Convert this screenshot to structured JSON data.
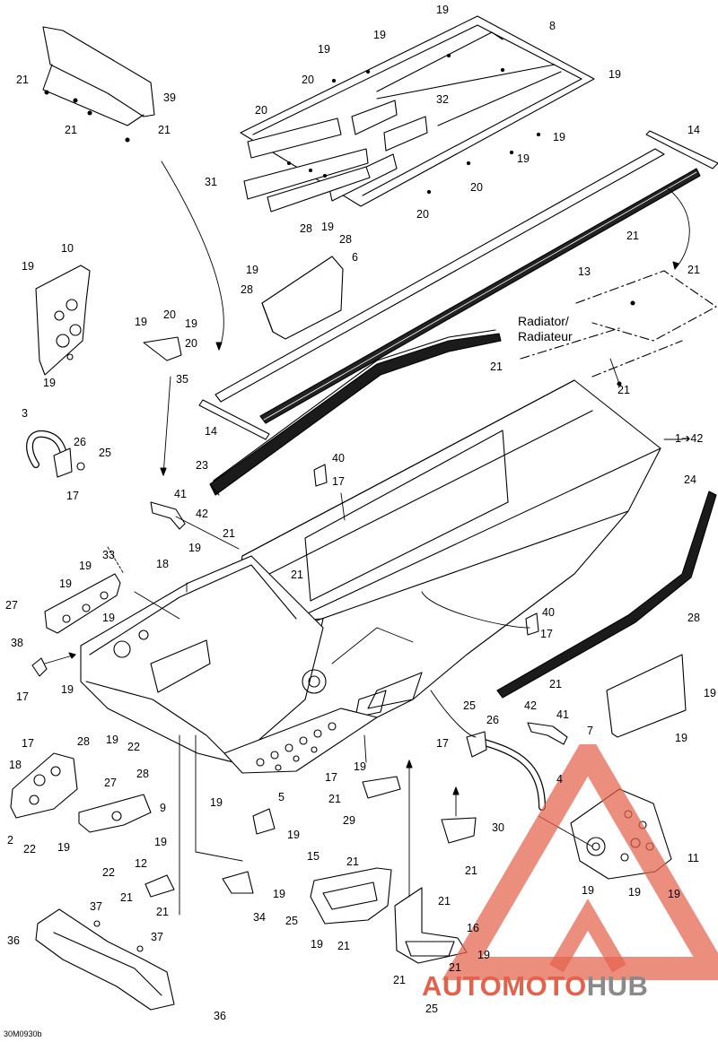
{
  "diagram_code": "30M0930b",
  "radiator_label": [
    "Radiator/",
    "Radiateur"
  ],
  "watermark": {
    "part1": "AUTOMOTO",
    "part2": "HUB",
    "color_primary": "#e4624c",
    "color_secondary": "#8a8a8a"
  },
  "callouts": [
    {
      "id": "c1",
      "text": "19"
    },
    {
      "id": "c2",
      "text": "8"
    },
    {
      "id": "c3",
      "text": "19"
    },
    {
      "id": "c4",
      "text": "19"
    },
    {
      "id": "c5",
      "text": "19"
    },
    {
      "id": "c6",
      "text": "20"
    },
    {
      "id": "c7",
      "text": "20"
    },
    {
      "id": "c8",
      "text": "32"
    },
    {
      "id": "c9",
      "text": "19"
    },
    {
      "id": "c10",
      "text": "14"
    },
    {
      "id": "c11",
      "text": "19"
    },
    {
      "id": "c12",
      "text": "31"
    },
    {
      "id": "c13",
      "text": "20"
    },
    {
      "id": "c14",
      "text": "20"
    },
    {
      "id": "c15",
      "text": "21"
    },
    {
      "id": "c16",
      "text": "39"
    },
    {
      "id": "c17",
      "text": "21"
    },
    {
      "id": "c18",
      "text": "21"
    },
    {
      "id": "c19",
      "text": "10"
    },
    {
      "id": "c20",
      "text": "19"
    },
    {
      "id": "c21",
      "text": "19"
    },
    {
      "id": "c22",
      "text": "28"
    },
    {
      "id": "c23",
      "text": "19"
    },
    {
      "id": "c24",
      "text": "28"
    },
    {
      "id": "c25",
      "text": "6"
    },
    {
      "id": "c26",
      "text": "19"
    },
    {
      "id": "c27",
      "text": "28"
    },
    {
      "id": "c28",
      "text": "13"
    },
    {
      "id": "c29",
      "text": "21"
    },
    {
      "id": "c30",
      "text": "21"
    },
    {
      "id": "c31",
      "text": "19"
    },
    {
      "id": "c32",
      "text": "20"
    },
    {
      "id": "c33",
      "text": "19"
    },
    {
      "id": "c34",
      "text": "20"
    },
    {
      "id": "c35",
      "text": "35"
    },
    {
      "id": "c36",
      "text": "21"
    },
    {
      "id": "c37",
      "text": "21"
    },
    {
      "id": "c38",
      "text": "3"
    },
    {
      "id": "c39",
      "text": "26"
    },
    {
      "id": "c40",
      "text": "25"
    },
    {
      "id": "c41",
      "text": "14"
    },
    {
      "id": "c42",
      "text": "17"
    },
    {
      "id": "c43",
      "text": "1➔42"
    },
    {
      "id": "c44",
      "text": "23"
    },
    {
      "id": "c45",
      "text": "40"
    },
    {
      "id": "c46",
      "text": "17"
    },
    {
      "id": "c47",
      "text": "24"
    },
    {
      "id": "c48",
      "text": "41"
    },
    {
      "id": "c49",
      "text": "42"
    },
    {
      "id": "c50",
      "text": "21"
    },
    {
      "id": "c51",
      "text": "19"
    },
    {
      "id": "c52",
      "text": "33"
    },
    {
      "id": "c53",
      "text": "18"
    },
    {
      "id": "c54",
      "text": "19"
    },
    {
      "id": "c55",
      "text": "21"
    },
    {
      "id": "c56",
      "text": "19"
    },
    {
      "id": "c57",
      "text": "27"
    },
    {
      "id": "c58",
      "text": "19"
    },
    {
      "id": "c59",
      "text": "40"
    },
    {
      "id": "c60",
      "text": "17"
    },
    {
      "id": "c61",
      "text": "28"
    },
    {
      "id": "c62",
      "text": "38"
    },
    {
      "id": "c63",
      "text": "17"
    },
    {
      "id": "c64",
      "text": "19"
    },
    {
      "id": "c65",
      "text": "21"
    },
    {
      "id": "c66",
      "text": "19"
    },
    {
      "id": "c67",
      "text": "7"
    },
    {
      "id": "c68",
      "text": "19"
    },
    {
      "id": "c69",
      "text": "25"
    },
    {
      "id": "c70",
      "text": "42"
    },
    {
      "id": "c71",
      "text": "26"
    },
    {
      "id": "c72",
      "text": "41"
    },
    {
      "id": "c73",
      "text": "17"
    },
    {
      "id": "c74",
      "text": "28"
    },
    {
      "id": "c75",
      "text": "19"
    },
    {
      "id": "c76",
      "text": "22"
    },
    {
      "id": "c77",
      "text": "28"
    },
    {
      "id": "c78",
      "text": "17"
    },
    {
      "id": "c79",
      "text": "19"
    },
    {
      "id": "c80",
      "text": "17"
    },
    {
      "id": "c81",
      "text": "18"
    },
    {
      "id": "c82",
      "text": "27"
    },
    {
      "id": "c83",
      "text": "19"
    },
    {
      "id": "c84",
      "text": "4"
    },
    {
      "id": "c85",
      "text": "21"
    },
    {
      "id": "c86",
      "text": "5"
    },
    {
      "id": "c87",
      "text": "29"
    },
    {
      "id": "c88",
      "text": "9"
    },
    {
      "id": "c89",
      "text": "2"
    },
    {
      "id": "c90",
      "text": "22"
    },
    {
      "id": "c91",
      "text": "19"
    },
    {
      "id": "c92",
      "text": "19"
    },
    {
      "id": "c93",
      "text": "22"
    },
    {
      "id": "c94",
      "text": "19"
    },
    {
      "id": "c95",
      "text": "30"
    },
    {
      "id": "c96",
      "text": "11"
    },
    {
      "id": "c97",
      "text": "12"
    },
    {
      "id": "c98",
      "text": "15"
    },
    {
      "id": "c99",
      "text": "21"
    },
    {
      "id": "c100",
      "text": "21"
    },
    {
      "id": "c101",
      "text": "19"
    },
    {
      "id": "c102",
      "text": "19"
    },
    {
      "id": "c103",
      "text": "19"
    },
    {
      "id": "c104",
      "text": "21"
    },
    {
      "id": "c105",
      "text": "21"
    },
    {
      "id": "c106",
      "text": "34"
    },
    {
      "id": "c107",
      "text": "19"
    },
    {
      "id": "c108",
      "text": "21"
    },
    {
      "id": "c109",
      "text": "36"
    },
    {
      "id": "c110",
      "text": "37"
    },
    {
      "id": "c111",
      "text": "25"
    },
    {
      "id": "c112",
      "text": "16"
    },
    {
      "id": "c113",
      "text": "37"
    },
    {
      "id": "c114",
      "text": "19"
    },
    {
      "id": "c115",
      "text": "21"
    },
    {
      "id": "c116",
      "text": "19"
    },
    {
      "id": "c117",
      "text": "21"
    },
    {
      "id": "c118",
      "text": "36"
    },
    {
      "id": "c119",
      "text": "25"
    },
    {
      "id": "c120",
      "text": "21"
    }
  ]
}
